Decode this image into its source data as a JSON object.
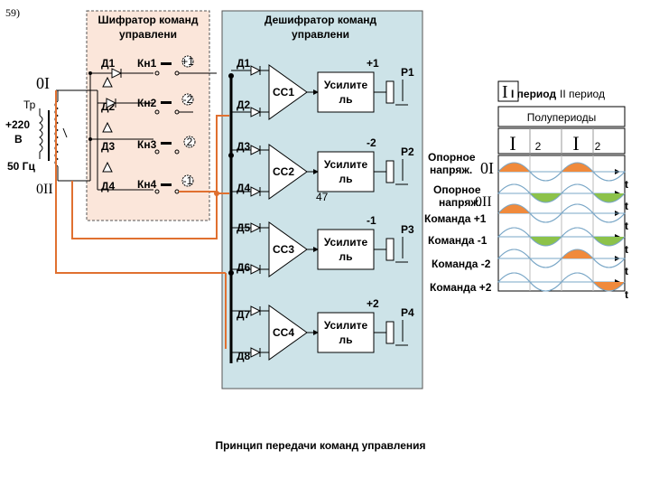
{
  "slide_number": "59)",
  "encoder": {
    "title_line1": "Шифратор команд",
    "title_line2": "управлени"
  },
  "decoder": {
    "title_line1": "Дешифратор команд",
    "title_line2": "управлени"
  },
  "transformer": {
    "label_phase": "0I",
    "label_tr": "Тр",
    "label_voltage_line1": "+220",
    "label_voltage_line2": "В",
    "label_freq": "50 Гц",
    "label_neutral": "0II"
  },
  "encoder_rows": [
    {
      "diode": "Д1",
      "key": "Кн1",
      "cmd": "+1"
    },
    {
      "diode": "Д2",
      "key": "Кн2",
      "cmd": "-2"
    },
    {
      "diode": "Д3",
      "key": "Кн3",
      "cmd": "2"
    },
    {
      "diode": "Д4",
      "key": "Кн4",
      "cmd": "-1"
    }
  ],
  "decoder_diodes": [
    "Д1",
    "Д2",
    "Д3",
    "Д4",
    "Д5",
    "Д6",
    "Д7",
    "Д8"
  ],
  "channels": [
    {
      "cc": "СС1",
      "amp_line1": "Усилите",
      "amp_line2": "ль",
      "cmd": "+1",
      "relay": "Р1"
    },
    {
      "cc": "СС2",
      "amp_line1": "Усилите",
      "amp_line2": "ль",
      "cmd": "-2",
      "relay": "Р2"
    },
    {
      "cc": "СС3",
      "amp_line1": "Усилите",
      "amp_line2": "ль",
      "cmd": "-1",
      "relay": "Р3"
    },
    {
      "cc": "СС4",
      "amp_line1": "Усилите",
      "amp_line2": "ль",
      "cmd": "+2",
      "relay": "Р4"
    }
  ],
  "stray_number": "47",
  "timing": {
    "period1": "I период",
    "period2": "II период",
    "half_periods": "Полупериоды",
    "hp_labels": [
      "I",
      "2",
      "I",
      "2"
    ],
    "ref_label_line1": "Опорное",
    "ref_label_line2": "напряж.",
    "ref_phase": "0I",
    "ref2_label_line1": "Опорное",
    "ref2_label_line2": "напряж.",
    "ref2_phase": "0II",
    "commands": [
      "Команда +1",
      "Команда -1",
      "Команда -2",
      "Команда +2"
    ],
    "axis_label": "t"
  },
  "caption": "Принцип передачи команд управления",
  "colors": {
    "encoder_bg": "#fbe6da",
    "decoder_bg": "#cde3e8",
    "wire_orange": "#e07030",
    "wave_orange": "#f08a3c",
    "wave_green": "#8cc24a"
  }
}
